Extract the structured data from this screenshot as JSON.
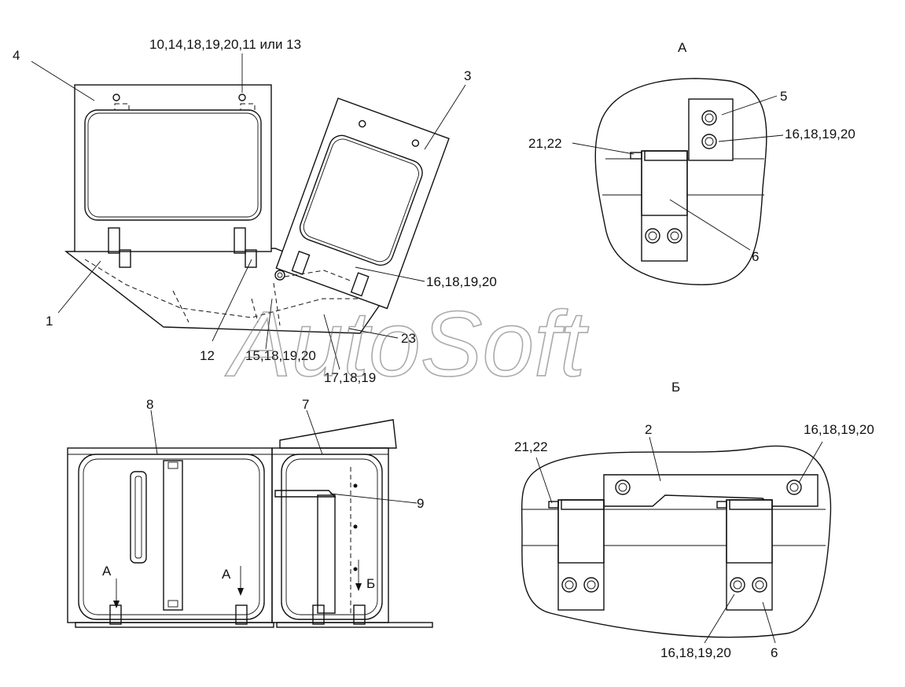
{
  "watermark": "AutoSoft",
  "callouts": {
    "c_4": "4",
    "c_top": "10,14,18,19,20,11 или 13",
    "c_3": "3",
    "c_1": "1",
    "c_12": "12",
    "c_16a": "16,18,19,20",
    "c_23": "23",
    "c_15": "15,18,19,20",
    "c_17": "17,18,19",
    "c_8": "8",
    "c_7": "7",
    "c_9": "9",
    "c_A1": "А",
    "c_A2": "А",
    "c_B1": "Б"
  },
  "view_a": {
    "title": "А",
    "c_5": "5",
    "c_21": "21,22",
    "c_16": "16,18,19,20",
    "c_6": "6"
  },
  "view_b": {
    "title": "Б",
    "c_2": "2",
    "c_21": "21,22",
    "c_16top": "16,18,19,20",
    "c_16bot": "16,18,19,20",
    "c_6": "6"
  }
}
